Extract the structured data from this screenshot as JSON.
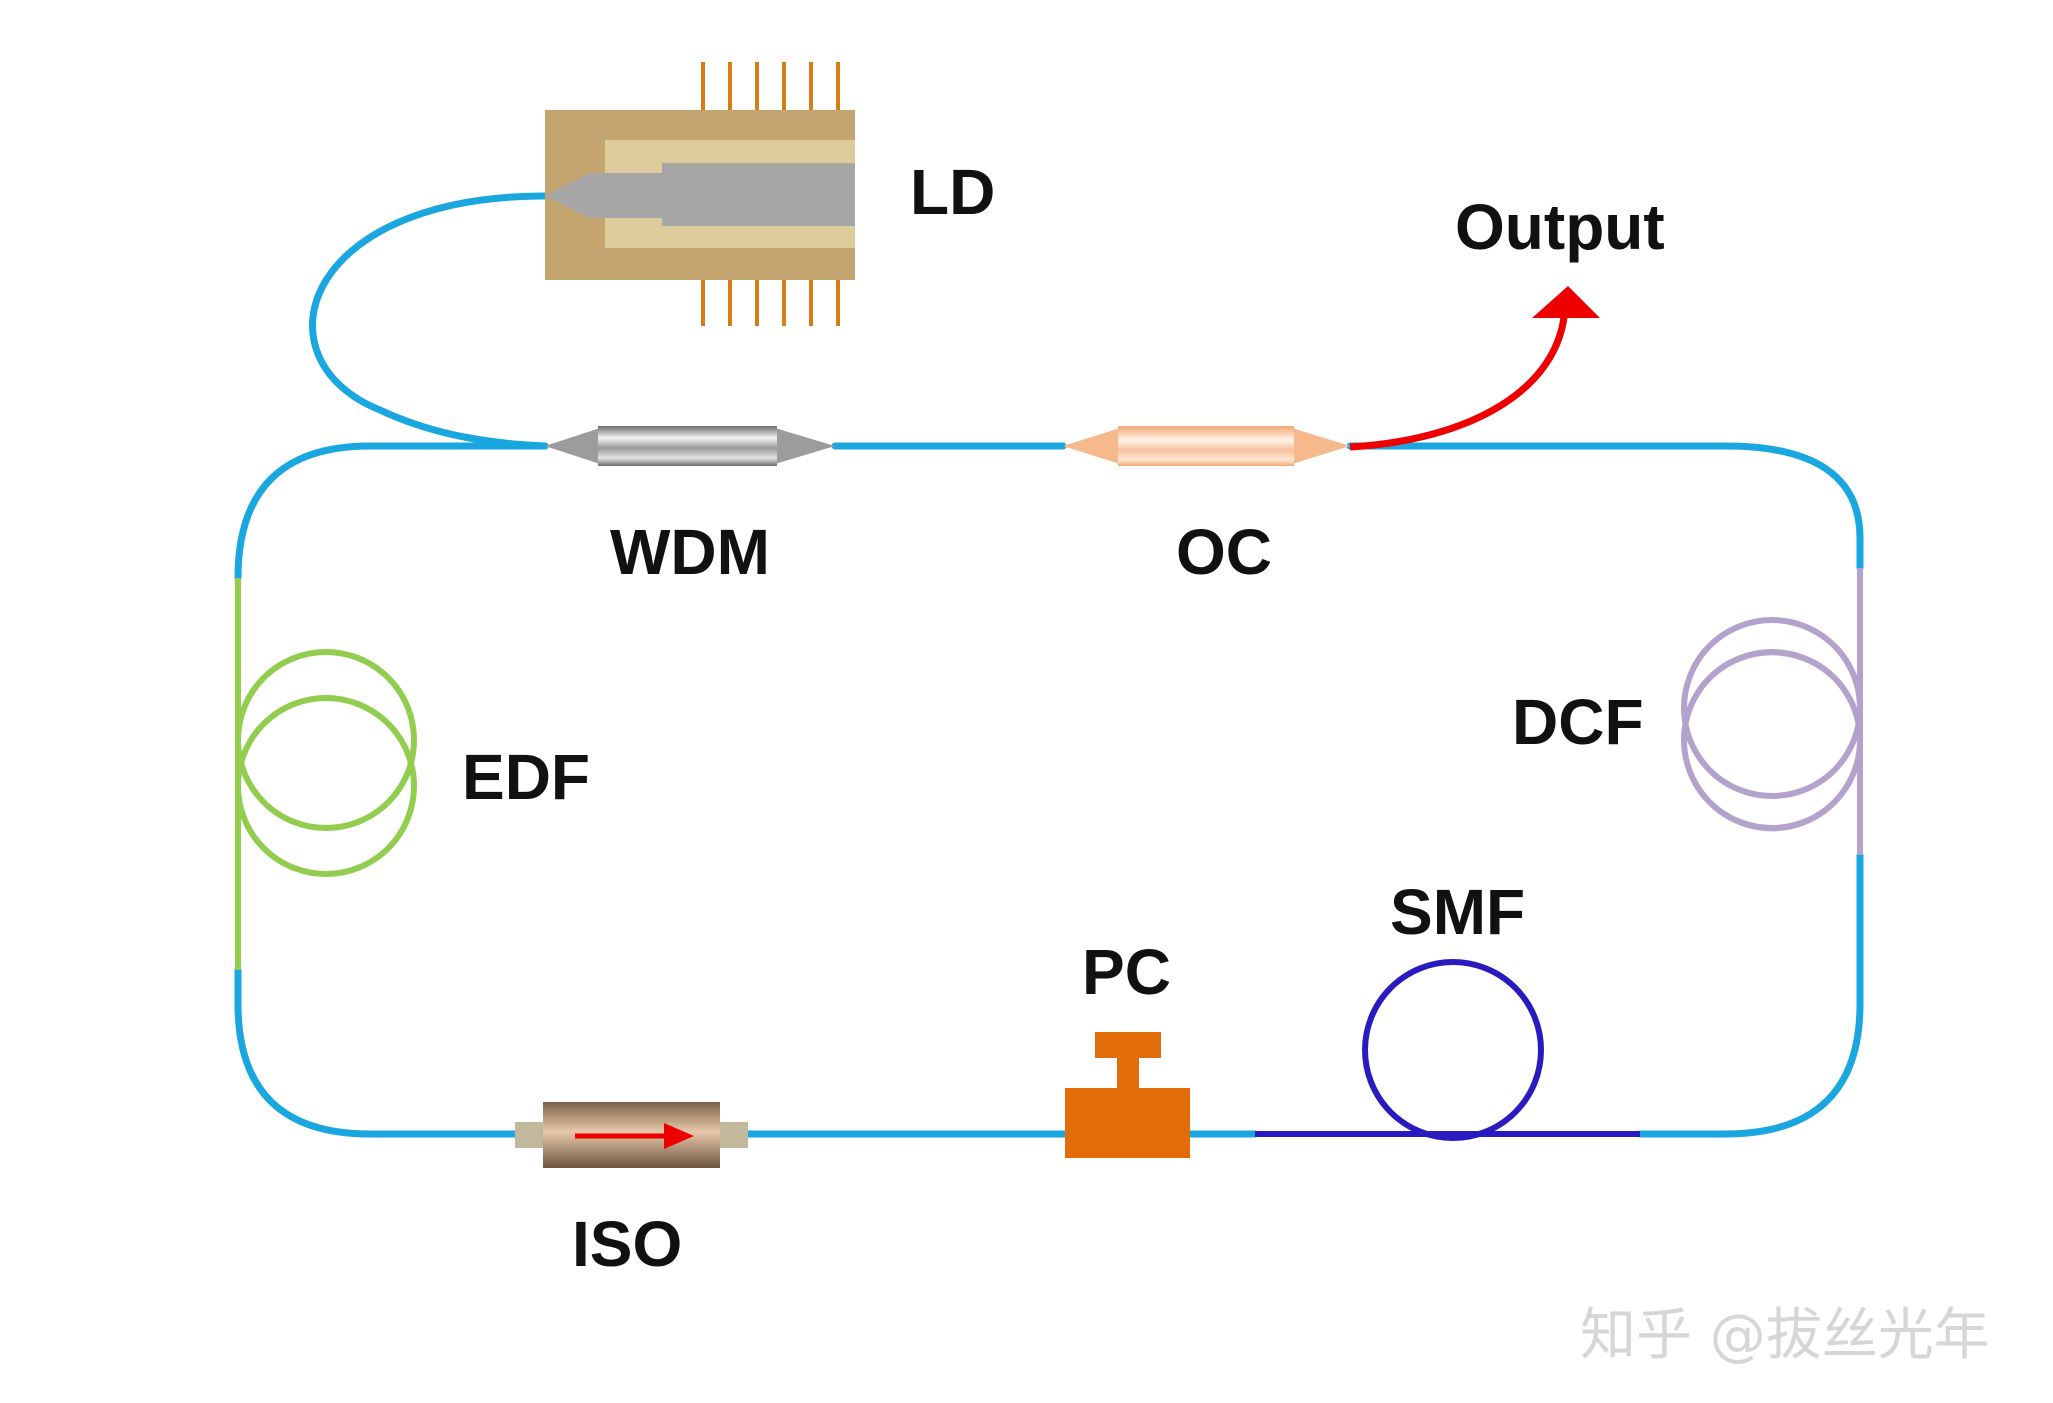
{
  "labels": {
    "ld": "LD",
    "output": "Output",
    "wdm": "WDM",
    "oc": "OC",
    "edf": "EDF",
    "dcf": "DCF",
    "smf": "SMF",
    "pc": "PC",
    "iso": "ISO"
  },
  "watermark": "知乎 @拔丝光年",
  "colors": {
    "fiber": "#1aa7e0",
    "edf_fiber": "#92cd4f",
    "dcf_fiber": "#b3a2cb",
    "smf_fiber": "#2a1bc1",
    "output_arrow": "#ee0000",
    "pc_body": "#e36c0a",
    "ld_outer": "#c4a56f",
    "ld_inner": "#dccb9b",
    "ld_core": "#a6a6a6",
    "ld_pins": "#d97b17",
    "oc_body": "#f6b98c",
    "wdm_body": "#a6a6a6",
    "label_text": "#111111"
  }
}
